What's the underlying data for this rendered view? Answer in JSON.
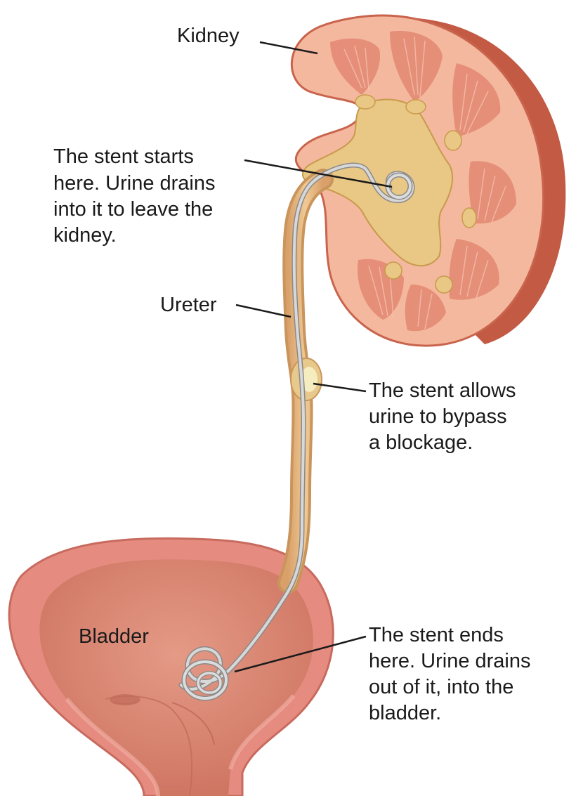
{
  "labels": {
    "kidney": "Kidney",
    "stent_start": [
      "The stent starts",
      "here. Urine drains",
      "into it to leave the",
      "kidney."
    ],
    "ureter": "Ureter",
    "stent_bypass": [
      "The stent allows",
      "urine to bypass",
      "a blockage."
    ],
    "bladder": "Bladder",
    "stent_end": [
      "The stent ends",
      "here. Urine drains",
      "out of it, into the",
      "bladder."
    ]
  },
  "colors": {
    "kidney_surface": "#f4b89e",
    "kidney_outline": "#c9644d",
    "kidney_back": "#c25a44",
    "medulla": "#e48a74",
    "renal_pelvis": "#e9c784",
    "ureter": "#e6b77e",
    "stent": "#c8c8c8",
    "blockage": "#f2e7b2",
    "bladder_wall": "#e58b80",
    "bladder_interior": "#d9826f",
    "bladder_lining": "#f0a79b",
    "text": "#1a1a1a"
  }
}
